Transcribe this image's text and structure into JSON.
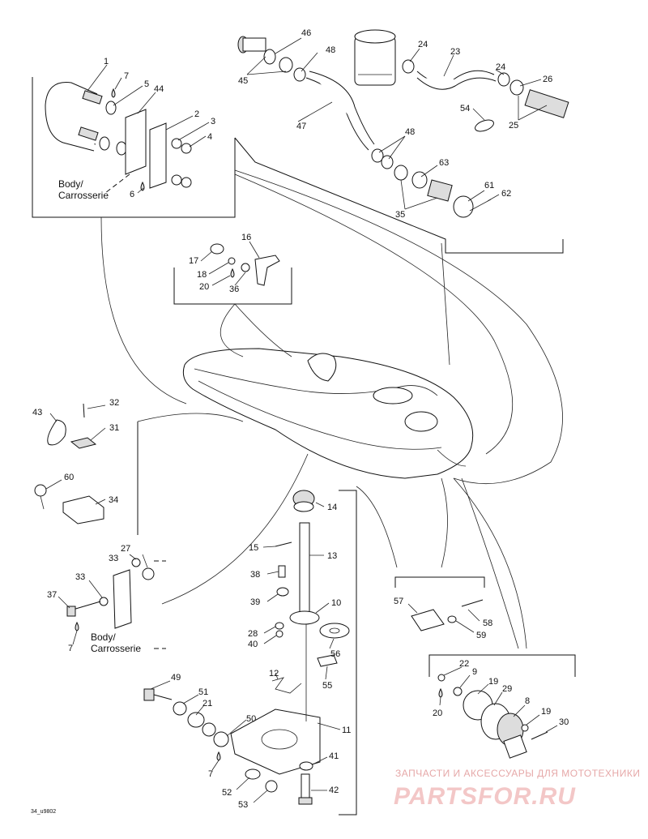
{
  "diagram": {
    "callouts": {
      "c1": "1",
      "c2": "2",
      "c3": "3",
      "c4": "4",
      "c5": "5",
      "c6": "6",
      "c7a": "7",
      "c7b": "7",
      "c7c": "7",
      "c8": "8",
      "c9": "9",
      "c10": "10",
      "c11": "11",
      "c12": "12",
      "c13": "13",
      "c14": "14",
      "c15": "15",
      "c16": "16",
      "c17": "17",
      "c18": "18",
      "c19a": "19",
      "c19b": "19",
      "c20a": "20",
      "c20b": "20",
      "c21": "21",
      "c22": "22",
      "c23": "23",
      "c24a": "24",
      "c24b": "24",
      "c25": "25",
      "c26": "26",
      "c27": "27",
      "c28": "28",
      "c29": "29",
      "c30": "30",
      "c31": "31",
      "c32": "32",
      "c33a": "33",
      "c33b": "33",
      "c34": "34",
      "c35": "35",
      "c36": "36",
      "c37": "37",
      "c38": "38",
      "c39": "39",
      "c40": "40",
      "c41": "41",
      "c42": "42",
      "c43": "43",
      "c44": "44",
      "c45": "45",
      "c46": "46",
      "c47": "47",
      "c48a": "48",
      "c48b": "48",
      "c49": "49",
      "c50": "50",
      "c51": "51",
      "c52": "52",
      "c53": "53",
      "c54": "54",
      "c55": "55",
      "c56": "56",
      "c57": "57",
      "c58": "58",
      "c59": "59",
      "c60": "60",
      "c61": "61",
      "c62": "62",
      "c63": "63"
    },
    "body_label_top": [
      "Body/",
      "Carrosserie"
    ],
    "body_label_bottom": [
      "Body/",
      "Carrosserie"
    ],
    "figure_code": "34_u9802"
  },
  "watermark": {
    "tagline": "ЗАПЧАСТИ И АКСЕССУАРЫ ДЛЯ МОТОТЕХНИКИ",
    "brand": "PARTSFOR.RU",
    "color": "#e6a8a8"
  }
}
